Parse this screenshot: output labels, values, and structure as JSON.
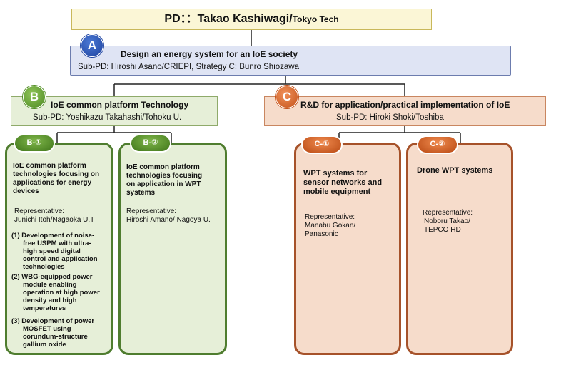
{
  "pd": {
    "label": "PD：：Takao Kashiwagi/",
    "affiliation": "Tokyo Tech"
  },
  "a": {
    "badge": "A",
    "title": "Design an energy system for an IoE society",
    "sub": "Sub-PD: Hiroshi Asano/CRIEPI, Strategy C: Bunro Shiozawa"
  },
  "b": {
    "badge": "B",
    "title": "IoE common platform Technology",
    "sub": "Sub-PD: Yoshikazu Takahashi/Tohoku U."
  },
  "c": {
    "badge": "C",
    "title": "R&D for application/practical implementation of IoE",
    "sub": "Sub-PD: Hiroki Shoki/Toshiba"
  },
  "b1": {
    "badge": "B-①",
    "title": [
      "IoE common platform",
      "technologies focusing on",
      "applications for energy",
      "devices"
    ],
    "rep_label": "Representative:",
    "rep_name": "Junichi Itoh/Nagaoka U.T",
    "items": [
      [
        "(1)  Development of noise-",
        "free USPM with ultra-",
        "high speed digital",
        "control and application",
        "technologies"
      ],
      [
        "(2)  WBG-equipped power",
        "module enabling",
        "operation at high power",
        "density and high",
        "temperatures"
      ],
      [
        "(3)  Development of power",
        "MOSFET using",
        "corundum-structure",
        "gallium oxide"
      ]
    ]
  },
  "b2": {
    "badge": "B-②",
    "title": [
      "IoE common platform",
      "technologies focusing",
      "on application in WPT",
      "systems"
    ],
    "rep_label": "Representative:",
    "rep_name": "Hiroshi Amano/ Nagoya U."
  },
  "c1": {
    "badge": "C-①",
    "title": [
      "WPT systems for",
      "sensor networks and",
      "mobile equipment"
    ],
    "rep_label": "Representative:",
    "rep_name": [
      "Manabu Gokan/",
      "Panasonic"
    ]
  },
  "c2": {
    "badge": "C-②",
    "title": [
      "Drone WPT systems"
    ],
    "rep_label": "Representative:",
    "rep_name": [
      "Noboru Takao/",
      "TEPCO HD"
    ]
  }
}
